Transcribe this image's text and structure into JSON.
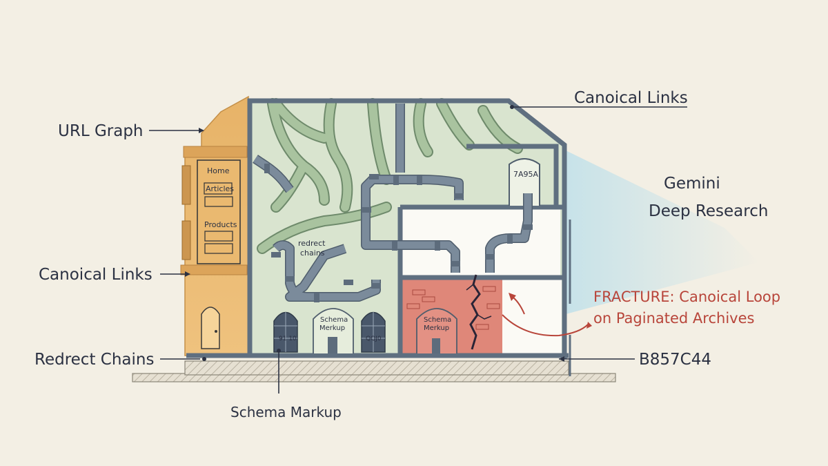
{
  "labels": {
    "url_graph": "URL Graph",
    "canonical_links_top": "Canoical Links",
    "canonical_links_left": "Canoical Links",
    "redirect_chains_left": "Redrect Chains",
    "schema_markup_bottom": "Schema Markup",
    "gemini_line1": "Gemini",
    "gemini_line2": "Deep Research",
    "fracture_line1": "FRACTURE: Canoical Loop",
    "fracture_line2": "on Paginated Archives",
    "color_code_right": "B857C44"
  },
  "building_text": {
    "home": "Home",
    "articles": "Articles",
    "products": "Products",
    "redirect_line1": "redrect",
    "redirect_line2": "chains",
    "schema_line1": "Schema",
    "schema_line2": "Merkup",
    "tag_code": "7A95A",
    "arch_left_mark": "91 10",
    "arch_right_mark": "QQJ0",
    "red_schema_line1": "Schema",
    "red_schema_line2": "Merkup"
  },
  "colors": {
    "background": "#f3efe4",
    "facade": "#e8b56a",
    "interior": "#d9e4cf",
    "wall": "#5f6f80",
    "fracture": "#b8453a",
    "beam": "#bfe0ea"
  }
}
